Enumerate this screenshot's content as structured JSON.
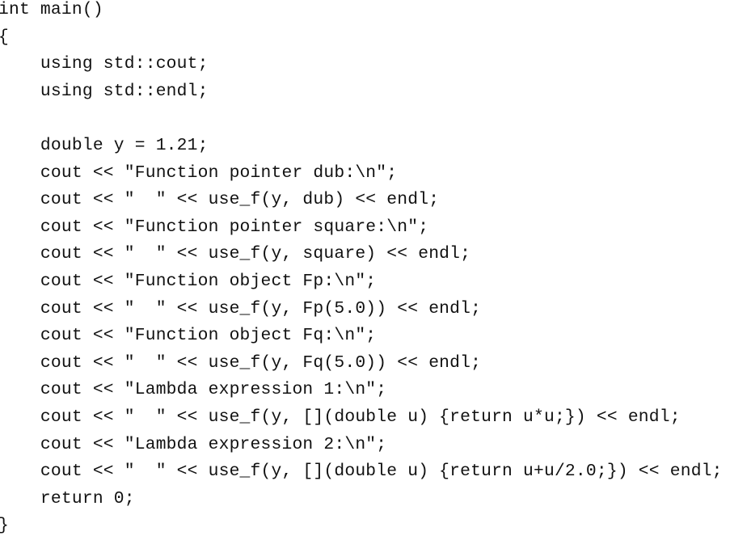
{
  "code": {
    "lines": [
      "int main()",
      "{",
      "    using std::cout;",
      "    using std::endl;",
      "",
      "    double y = 1.21;",
      "    cout << \"Function pointer dub:\\n\";",
      "    cout << \"  \" << use_f(y, dub) << endl;",
      "    cout << \"Function pointer square:\\n\";",
      "    cout << \"  \" << use_f(y, square) << endl;",
      "    cout << \"Function object Fp:\\n\";",
      "    cout << \"  \" << use_f(y, Fp(5.0)) << endl;",
      "    cout << \"Function object Fq:\\n\";",
      "    cout << \"  \" << use_f(y, Fq(5.0)) << endl;",
      "    cout << \"Lambda expression 1:\\n\";",
      "    cout << \"  \" << use_f(y, [](double u) {return u*u;}) << endl;",
      "    cout << \"Lambda expression 2:\\n\";",
      "    cout << \"  \" << use_f(y, [](double u) {return u+u/2.0;}) << endl;",
      "    return 0;",
      "}"
    ]
  }
}
